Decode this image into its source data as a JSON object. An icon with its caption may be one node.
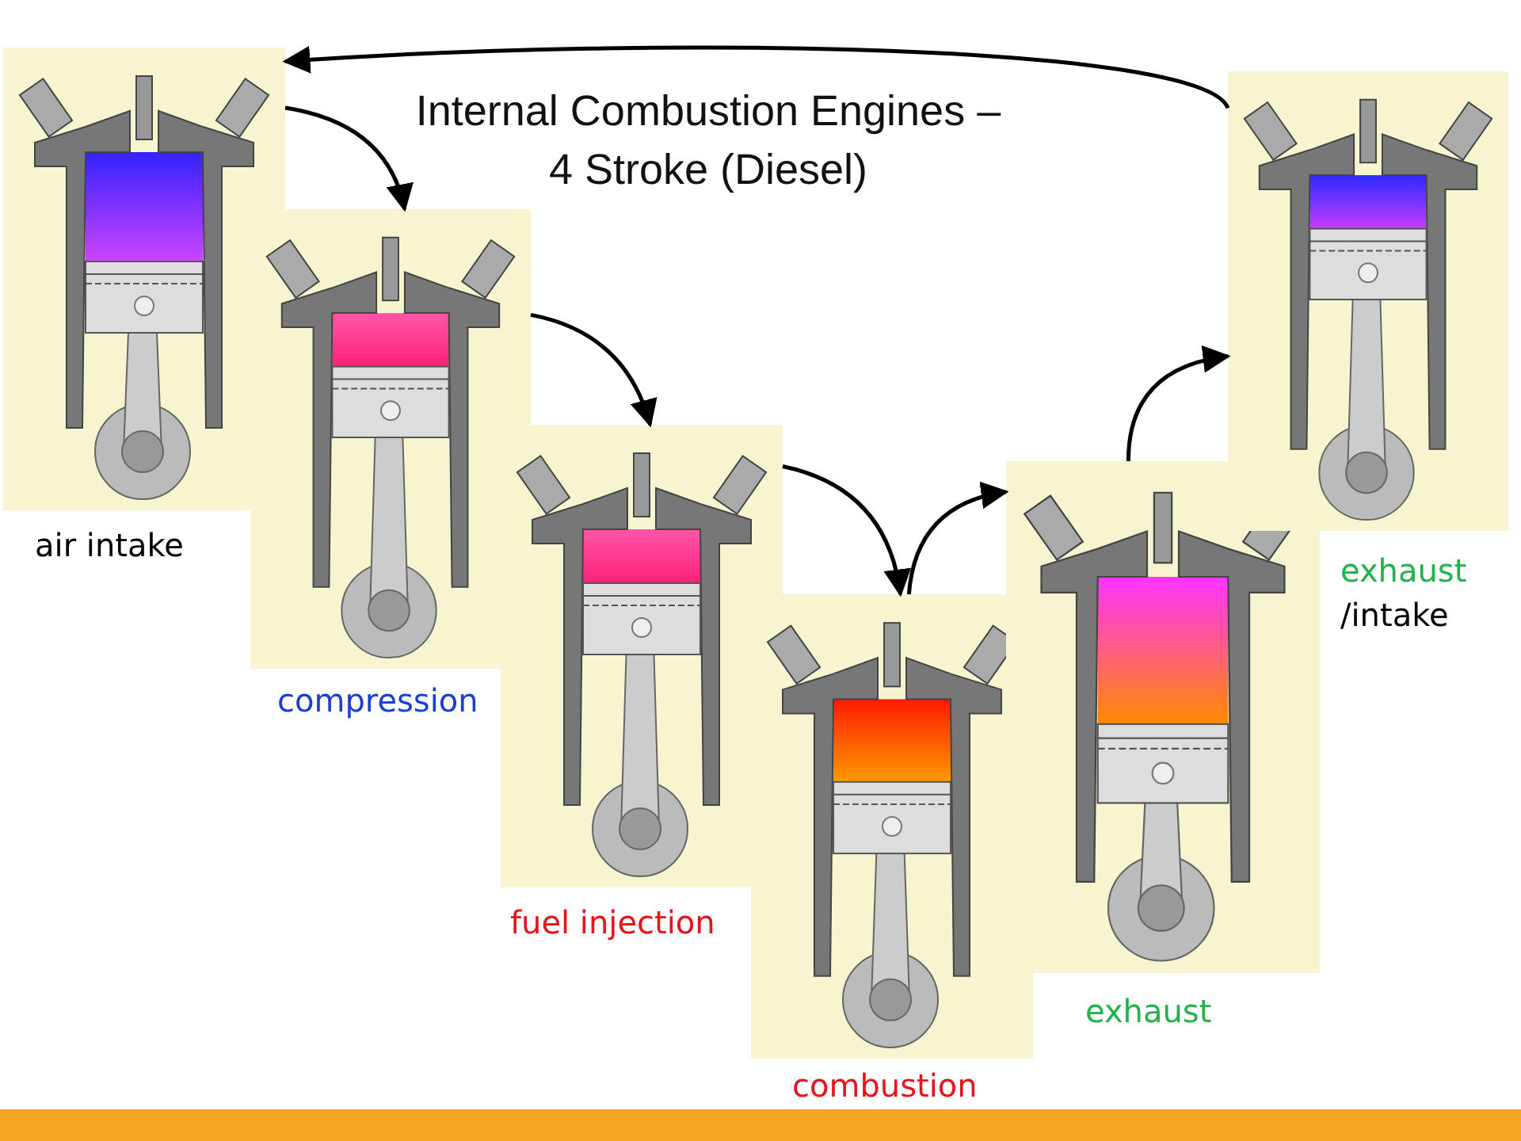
{
  "diagram": {
    "title": "Internal Combustion Engines – 4 Stroke (Diesel)",
    "nodes": [
      {
        "text": [],
        "shape": "picture",
        "beside": [
          "air intake"
        ]
      },
      {
        "text": [],
        "shape": "picture",
        "beside": [
          "compression"
        ]
      },
      {
        "text": [],
        "shape": "picture",
        "beside": [
          "fuel injection"
        ]
      },
      {
        "text": [],
        "shape": "picture",
        "beside": [
          "combustion"
        ]
      },
      {
        "text": [],
        "shape": "picture",
        "beside": [
          "exhaust"
        ]
      },
      {
        "text": [],
        "shape": "picture",
        "beside": [
          "exhaust",
          "/intake"
        ]
      }
    ],
    "edges": [
      {
        "from": 0,
        "to": 1,
        "arrow": "to"
      },
      {
        "from": 1,
        "to": 2,
        "arrow": "to"
      },
      {
        "from": 2,
        "to": 3,
        "arrow": "to"
      },
      {
        "from": 3,
        "to": 4,
        "arrow": "to"
      },
      {
        "from": 4,
        "to": 5,
        "arrow": "to"
      },
      {
        "from": 5,
        "to": 0,
        "arrow": "to"
      }
    ]
  }
}
